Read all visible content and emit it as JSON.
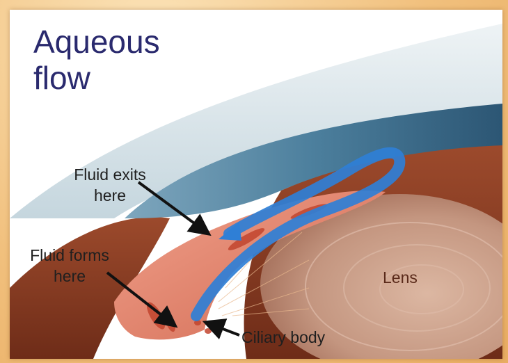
{
  "diagram": {
    "title_line1": "Aqueous",
    "title_line2": "flow",
    "labels": {
      "fluid_exits_line1": "Fluid exits",
      "fluid_exits_line2": "here",
      "fluid_forms_line1": "Fluid forms",
      "fluid_forms_line2": "here",
      "ciliary_body": "Ciliary body",
      "lens": "Lens"
    },
    "colors": {
      "title": "#2a2a6e",
      "flow_arrow": "#2f7fd6",
      "iris": "#e98a72",
      "cornea": "#a9c7d4",
      "lens": "#c9a08a",
      "frame": "#f1c07d"
    }
  }
}
